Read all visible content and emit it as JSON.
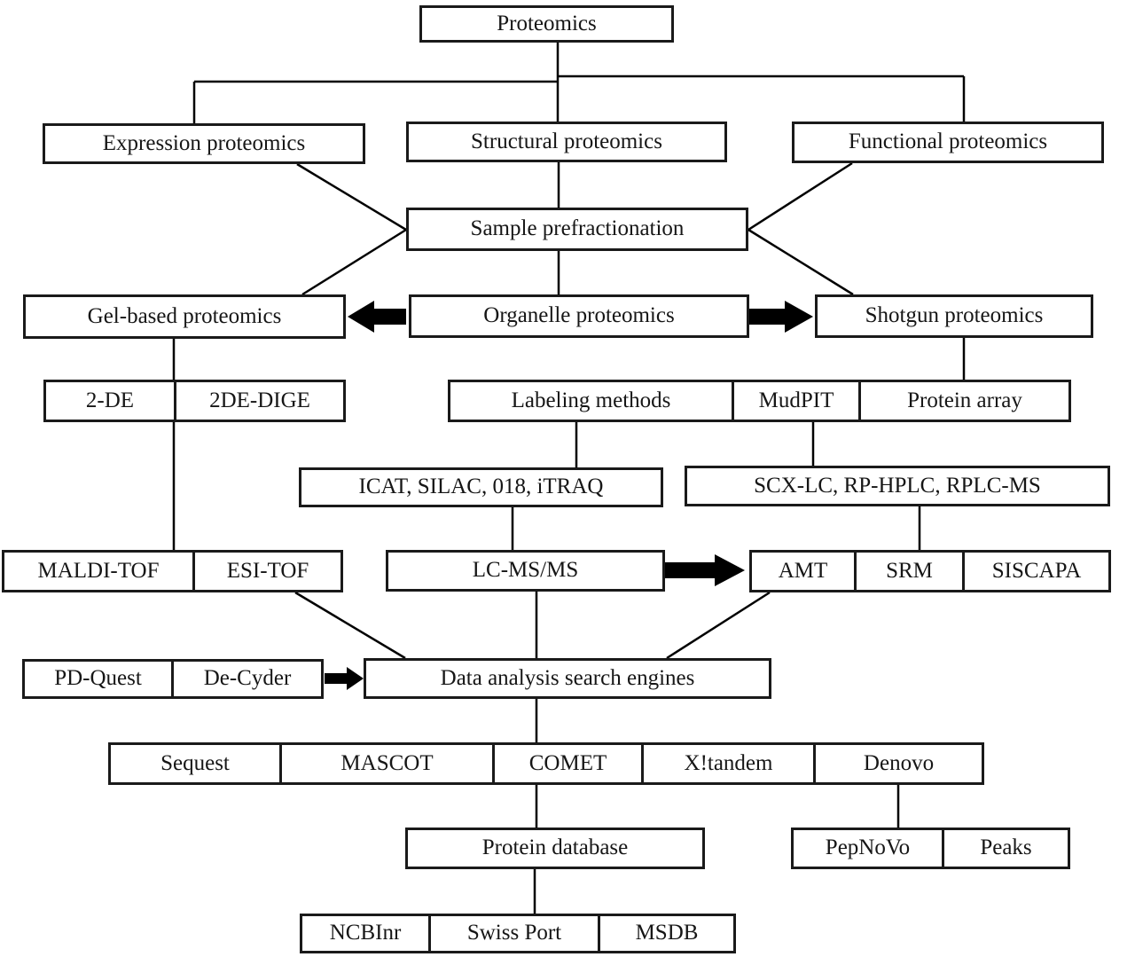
{
  "figure": {
    "type": "flowchart",
    "colors": {
      "line": "#000000",
      "box_border": "#1a1a1a",
      "text": "#161616",
      "background": "#ffffff"
    }
  },
  "nodes": {
    "proteomics": {
      "label": "Proteomics"
    },
    "expression": {
      "label": "Expression proteomics"
    },
    "structural": {
      "label": "Structural proteomics"
    },
    "functional": {
      "label": "Functional proteomics"
    },
    "sample_prefractionation": {
      "label": "Sample prefractionation"
    },
    "gel_based": {
      "label": "Gel-based proteomics"
    },
    "organelle": {
      "label": "Organelle proteomics"
    },
    "shotgun": {
      "label": "Shotgun proteomics"
    },
    "two_de": {
      "label": "2-DE"
    },
    "two_de_dige": {
      "label": "2DE-DIGE"
    },
    "labeling_methods": {
      "label": "Labeling methods"
    },
    "mudpit": {
      "label": "MudPIT"
    },
    "protein_array": {
      "label": "Protein array"
    },
    "icat_silac": {
      "label": "ICAT, SILAC, 018, iTRAQ"
    },
    "scx_lc": {
      "label": "SCX-LC, RP-HPLC, RPLC-MS"
    },
    "maldi_tof": {
      "label": "MALDI-TOF"
    },
    "esi_tof": {
      "label": "ESI-TOF"
    },
    "lc_ms_ms": {
      "label": "LC-MS/MS"
    },
    "amt": {
      "label": "AMT"
    },
    "srm": {
      "label": "SRM"
    },
    "siscapa": {
      "label": "SISCAPA"
    },
    "pd_quest": {
      "label": "PD-Quest"
    },
    "de_cyder": {
      "label": "De-Cyder"
    },
    "data_analysis": {
      "label": "Data analysis search engines"
    },
    "sequest": {
      "label": "Sequest"
    },
    "mascot": {
      "label": "MASCOT"
    },
    "comet": {
      "label": "COMET"
    },
    "x_tandem": {
      "label": "X!tandem"
    },
    "denovo": {
      "label": "Denovo"
    },
    "protein_database": {
      "label": "Protein database"
    },
    "pepnovo": {
      "label": "PepNoVo"
    },
    "peaks": {
      "label": "Peaks"
    },
    "ncbinr": {
      "label": "NCBInr"
    },
    "swiss_port": {
      "label": "Swiss Port"
    },
    "msdb": {
      "label": "MSDB"
    }
  },
  "edges": [
    {
      "from": "proteomics",
      "to": "expression",
      "type": "line"
    },
    {
      "from": "proteomics",
      "to": "structural",
      "type": "line"
    },
    {
      "from": "proteomics",
      "to": "functional",
      "type": "line"
    },
    {
      "from": "expression",
      "to": "sample_prefractionation",
      "type": "line"
    },
    {
      "from": "structural",
      "to": "sample_prefractionation",
      "type": "line"
    },
    {
      "from": "functional",
      "to": "sample_prefractionation",
      "type": "line"
    },
    {
      "from": "sample_prefractionation",
      "to": "gel_based",
      "type": "line"
    },
    {
      "from": "sample_prefractionation",
      "to": "organelle",
      "type": "line"
    },
    {
      "from": "sample_prefractionation",
      "to": "shotgun",
      "type": "line"
    },
    {
      "from": "organelle",
      "to": "gel_based",
      "type": "thick-arrow"
    },
    {
      "from": "organelle",
      "to": "shotgun",
      "type": "thick-arrow"
    },
    {
      "from": "gel_based",
      "to": "two_de",
      "type": "line"
    },
    {
      "from": "gel_based",
      "to": "maldi_tof",
      "type": "line"
    },
    {
      "from": "shotgun",
      "to": "protein_array",
      "type": "line"
    },
    {
      "from": "labeling_methods",
      "to": "icat_silac",
      "type": "line"
    },
    {
      "from": "mudpit",
      "to": "scx_lc",
      "type": "line"
    },
    {
      "from": "icat_silac",
      "to": "lc_ms_ms",
      "type": "line"
    },
    {
      "from": "scx_lc",
      "to": "amt",
      "type": "line"
    },
    {
      "from": "lc_ms_ms",
      "to": "amt",
      "type": "thick-arrow"
    },
    {
      "from": "esi_tof",
      "to": "data_analysis",
      "type": "line"
    },
    {
      "from": "lc_ms_ms",
      "to": "data_analysis",
      "type": "line"
    },
    {
      "from": "amt",
      "to": "data_analysis",
      "type": "line"
    },
    {
      "from": "de_cyder",
      "to": "data_analysis",
      "type": "thick-arrow"
    },
    {
      "from": "data_analysis",
      "to": "comet",
      "type": "line"
    },
    {
      "from": "comet",
      "to": "protein_database",
      "type": "line"
    },
    {
      "from": "denovo",
      "to": "pepnovo",
      "type": "line"
    },
    {
      "from": "protein_database",
      "to": "swiss_port",
      "type": "line"
    }
  ]
}
